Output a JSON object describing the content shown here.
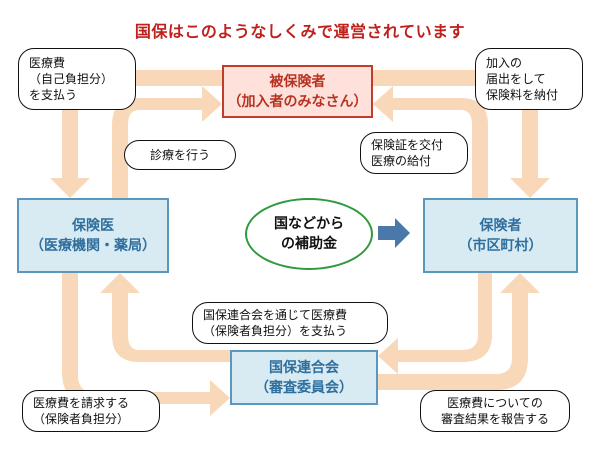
{
  "title": "国保はこのようなしくみで運営されています",
  "nodes": {
    "insured": {
      "line1": "被保険者",
      "line2": "（加入者のみなさん）"
    },
    "clinic": {
      "line1": "保険医",
      "line2": "（医療機関・薬局）"
    },
    "insurer": {
      "line1": "保険者",
      "line2": "（市区町村）"
    },
    "federation": {
      "line1": "国保連合会",
      "line2": "（審査委員会）"
    }
  },
  "subsidy": {
    "line1": "国などから",
    "line2": "の補助金"
  },
  "bubbles": {
    "pay_copay": [
      "医療費",
      "（自己負担分）",
      "を支払う"
    ],
    "join": [
      "加入の",
      "届出をして",
      "保険料を納付"
    ],
    "treat": [
      "診療を行う"
    ],
    "issue": [
      "保険証を交付",
      "医療の給付"
    ],
    "federation_pay": [
      "国保連合会を通じて医療費",
      "（保険者負担分）を支払う"
    ],
    "claim": [
      "医療費を請求する",
      "（保険者負担分）"
    ],
    "report": [
      "医療費についての",
      "審査結果を報告する"
    ]
  },
  "colors": {
    "flow_arrow": "#f8d8b8",
    "subsidy_arrow": "#4a78a8",
    "node_blue_fill": "#d8ebf3",
    "node_red_fill": "#fde1da",
    "title_red": "#c0201c"
  }
}
